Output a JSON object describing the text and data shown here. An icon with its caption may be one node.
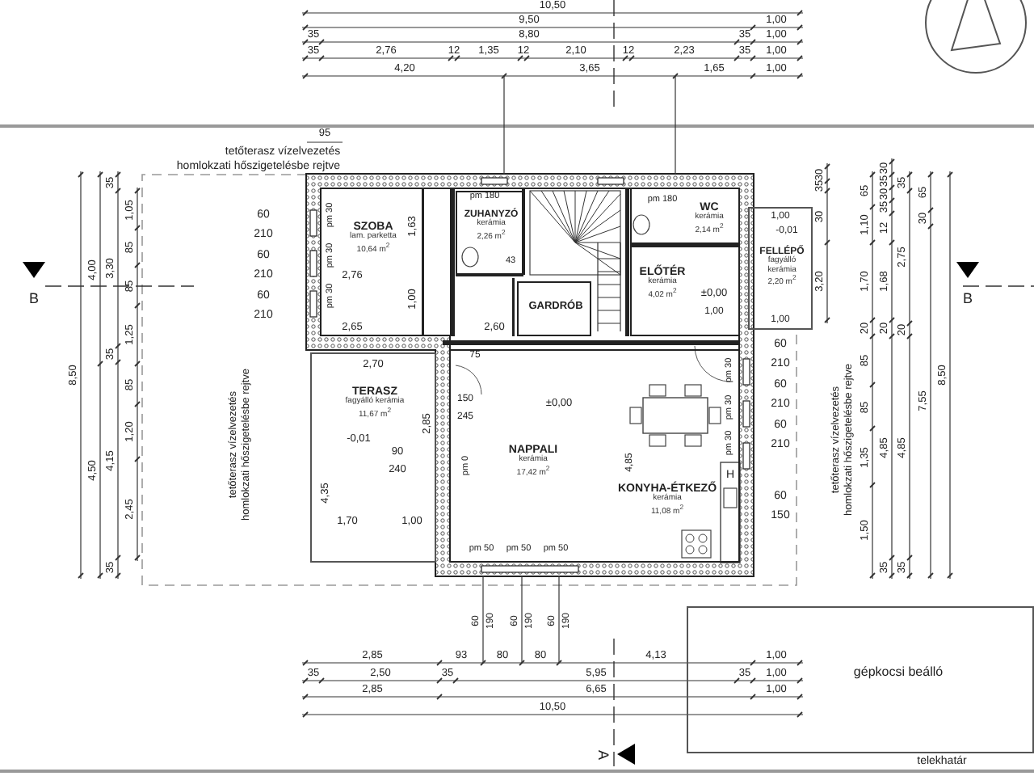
{
  "diagram": {
    "nodes": [
      {
        "text": [
          "SZOBA",
          "lam. parketta",
          "10,64 m$^{2}$"
        ]
      },
      {
        "text": [
          "ZUHANYZÓ",
          "kerámia",
          "2,26 m$^{2}$"
        ]
      },
      {
        "text": [
          "GARDRÓB"
        ]
      },
      {
        "text": [
          "WC",
          "kerámia",
          "2,14 m$^{2}$"
        ]
      },
      {
        "text": [
          "ELŐTÉR",
          "kerámia",
          "4,02 m$^{2}$"
        ]
      },
      {
        "text": [
          "FELLÉPŐ",
          "fagyálló kerámia",
          "2,20 m$^{2}$"
        ]
      },
      {
        "text": [
          "TERASZ",
          "fagyálló kerámia",
          "11,67 m$^{2}$"
        ]
      },
      {
        "text": [
          "NAPPALI",
          "kerámia",
          "17,42 m$^{2}$"
        ]
      },
      {
        "text": [
          "KONYHA-ÉTKEZŐ",
          "kerámia",
          "11,08 m$^{2}$"
        ]
      },
      {
        "text": [
          "gépkocsi beálló"
        ]
      }
    ],
    "labels": [
      "10,50",
      "9,50",
      "1,00",
      "35",
      "8,80",
      "35",
      "1,00",
      "35",
      "2,76",
      "12",
      "1,35",
      "12",
      "2,10",
      "12",
      "2,23",
      "35",
      "1,00",
      "4,20",
      "3,65",
      "1,65",
      "1,00",
      "95",
      "tetőterasz vízelvezetés",
      "homlokzati hőszigetelésbe rejtve",
      "8,50",
      "4,00",
      "4,50",
      "35",
      "3,30",
      "35",
      "4,15",
      "35",
      "1,05",
      "85",
      "85",
      "1,25",
      "85",
      "1,20",
      "2,45",
      "B",
      "60",
      "210",
      "60",
      "210",
      "60",
      "210",
      "tetőterasz vízelvezetés",
      "homlokzati hőszigetelésbe rejtve",
      "pm 30",
      "pm 30",
      "pm 30",
      "2,76",
      "1,63",
      "1,00",
      "pm 180",
      "43",
      "pm 180",
      "2,65",
      "2,60",
      "1,00",
      "-0,01",
      "1,00",
      "±0,00",
      "1,00",
      "2,70",
      "-0,01",
      "90",
      "240",
      "2,85",
      "4,35",
      "1,70",
      "1,00",
      "75",
      "150",
      "245",
      "±0,00",
      "pm 0",
      "pm 50",
      "pm 50",
      "pm 50",
      "4,85",
      "pm 30",
      "pm 30",
      "pm 30",
      "H",
      "60",
      "210",
      "60",
      "210",
      "60",
      "210",
      "60",
      "150",
      "tetőterasz vízelvezetés",
      "homlokzati hőszigetelésbe rejtve",
      "30",
      "35",
      "30",
      "3,20",
      "65",
      "1,10",
      "1,70",
      "20",
      "85",
      "85",
      "1,35",
      "1,50",
      "30",
      "35",
      "30",
      "35",
      "12",
      "1,68",
      "20",
      "4,85",
      "35",
      "35",
      "2,75",
      "20",
      "4,85",
      "35",
      "65",
      "30",
      "7,55",
      "8,50",
      "B",
      "60",
      "190",
      "60",
      "190",
      "60",
      "190",
      "2,85",
      "93",
      "80",
      "80",
      "4,13",
      "1,00",
      "35",
      "2,50",
      "35",
      "5,95",
      "35",
      "1,00",
      "2,85",
      "6,65",
      "1,00",
      "10,50",
      "A",
      "telekhatár"
    ]
  }
}
